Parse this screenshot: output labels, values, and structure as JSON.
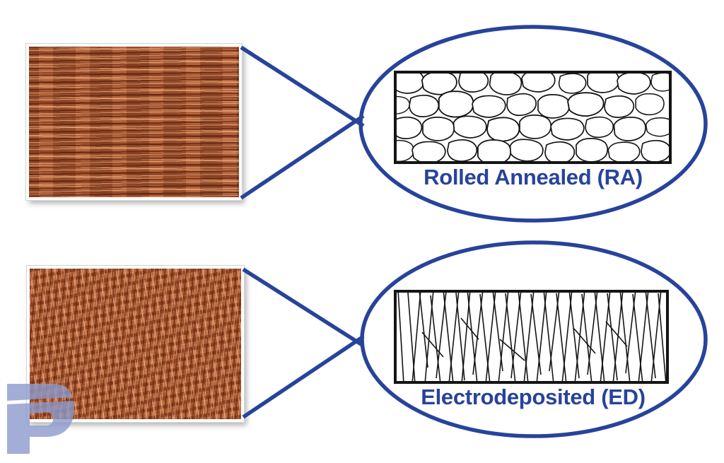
{
  "slide": {
    "callouts": {
      "ra": {
        "label": "Rolled Annealed (RA)"
      },
      "ed": {
        "label": "Electrodeposited (ED)"
      }
    },
    "watermark": {
      "letter": "P"
    },
    "colors": {
      "accent_blue": "#27439A",
      "grain_line": "#141414",
      "watermark_blue": "#8C9ACD"
    }
  }
}
